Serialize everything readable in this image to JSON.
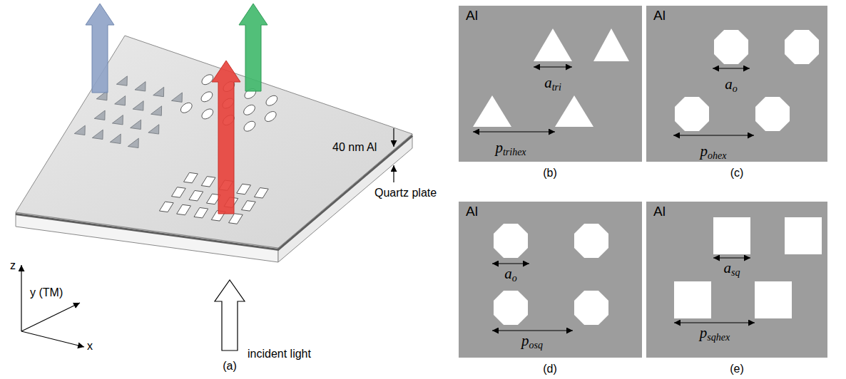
{
  "diagram": {
    "nodes": [
      {
        "text": [
          "Al",
          "atri",
          "ptrihex"
        ]
      },
      {
        "text": [
          "Al",
          "ao",
          "pohex"
        ]
      },
      {
        "text": [
          "Al",
          "ao",
          "posq"
        ]
      },
      {
        "text": [
          "Al",
          "asq",
          "psqhex"
        ]
      }
    ],
    "labels": [
      "z",
      "y (TM)",
      "x",
      "40 nm Al",
      "Quartz plate",
      "incident light",
      "(a)",
      "(b)",
      "(c)",
      "(d)",
      "(e)"
    ]
  }
}
